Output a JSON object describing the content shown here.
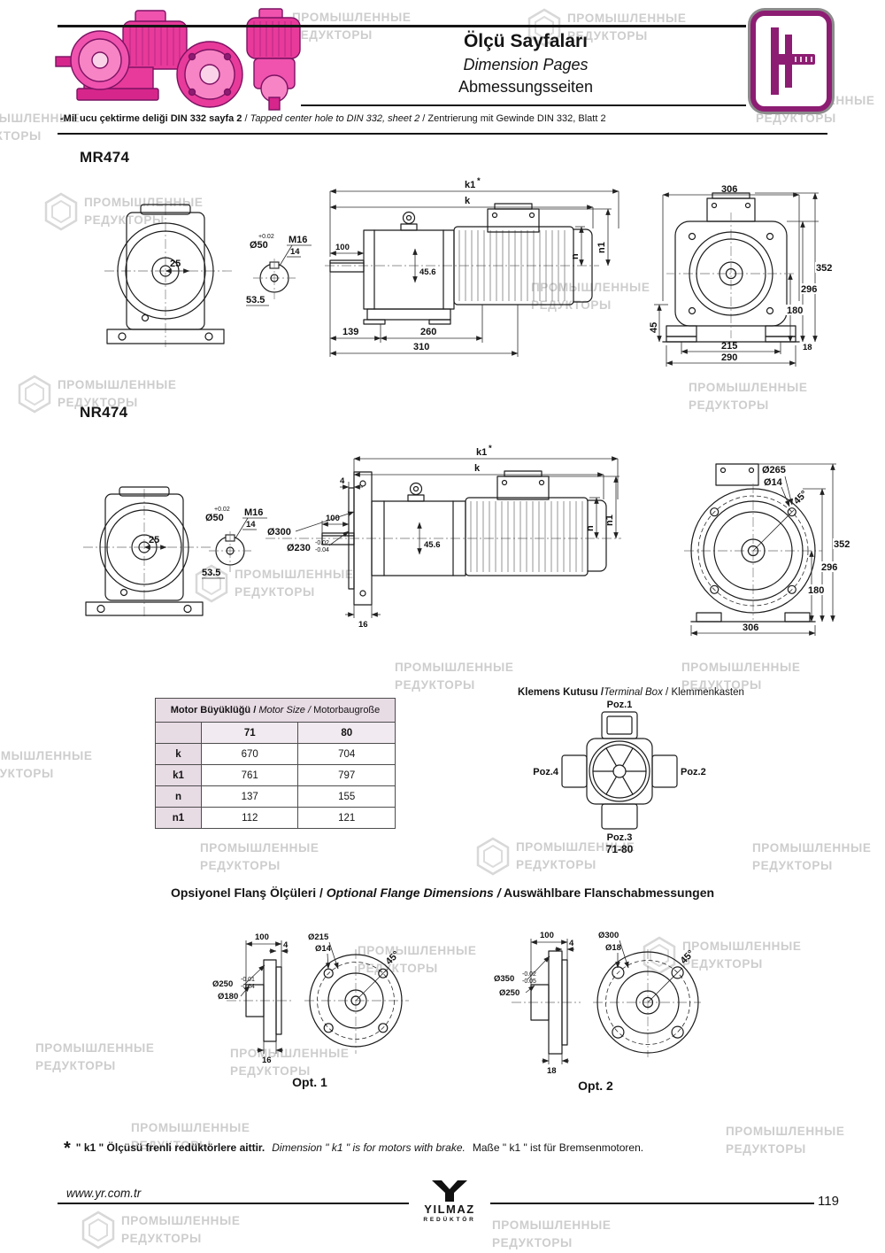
{
  "colors": {
    "accent": "#8d1d72",
    "pink": "#e8399b"
  },
  "watermark": {
    "line1": "ПРОМЫШЛЕННЫЕ",
    "line2": "РЕДУКТОРЫ"
  },
  "header": {
    "title_tr": "Ölçü Sayfaları",
    "title_en": "Dimension Pages",
    "title_de": "Abmessungsseiten",
    "note_tr": "-Mil ucu çektirme deliği DIN 332 sayfa 2",
    "note_sep1": "/",
    "note_en": "Tapped center hole to DIN 332, sheet 2",
    "note_sep2": "/",
    "note_de": "Zentrierung mit Gewinde DIN 332, Blatt 2"
  },
  "mr474": {
    "title": "MR474",
    "front": {
      "d25": "25"
    },
    "shaft": {
      "tol": "+0.02",
      "dia": "Ø50",
      "thread": "M16",
      "d14": "14",
      "d53_5": "53.5"
    },
    "side": {
      "k1": "k1",
      "star": "*",
      "k": "k",
      "d100": "100",
      "d45_6": "45.6",
      "d139": "139",
      "d260": "260",
      "d310": "310",
      "n": "n",
      "n1": "n1"
    },
    "back": {
      "d306": "306",
      "d352": "352",
      "d296": "296",
      "d180": "180",
      "d45": "45",
      "d215": "215",
      "d18": "18",
      "d290": "290"
    }
  },
  "nr474": {
    "title": "NR474",
    "front": {
      "d25": "25"
    },
    "shaft": {
      "tol": "+0.02",
      "dia": "Ø50",
      "thread": "M16",
      "d14": "14",
      "d53_5": "53.5"
    },
    "side": {
      "k1": "k1",
      "star": "*",
      "k": "k",
      "d4": "4",
      "d100": "100",
      "dia300": "Ø300",
      "dia230": "Ø230",
      "tol_a": "-0.02",
      "tol_b": "-0.04",
      "d45_6": "45.6",
      "d16": "16",
      "n": "n",
      "n1": "n1"
    },
    "back": {
      "dia265": "Ø265",
      "dia14": "Ø14",
      "ang45": "45°",
      "d352": "352",
      "d296": "296",
      "d180": "180",
      "d306": "306"
    }
  },
  "table": {
    "title_tr": "Motor Büyüklüğü /",
    "title_en": "Motor Size /",
    "title_de": "Motorbaugroße",
    "col1": "71",
    "col2": "80",
    "rows": [
      {
        "label": "k",
        "v71": "670",
        "v80": "704"
      },
      {
        "label": "k1",
        "v71": "761",
        "v80": "797"
      },
      {
        "label": "n",
        "v71": "137",
        "v80": "155"
      },
      {
        "label": "n1",
        "v71": "112",
        "v80": "121"
      }
    ]
  },
  "terminal": {
    "title_tr": "Klemens Kutusu /",
    "title_en": "Terminal Box",
    "title_sep": "/",
    "title_de": "Klemmenkasten",
    "poz1": "Poz.1",
    "poz2": "Poz.2",
    "poz3": "Poz.3",
    "poz4": "Poz.4",
    "range": "71-80"
  },
  "flange": {
    "title_tr": "Opsiyonel Flanş Ölçüleri /",
    "title_en": "Optional Flange Dimensions /",
    "title_de": "Auswählbare Flanschabmessungen",
    "opt1": {
      "d100": "100",
      "d4": "4",
      "dia215": "Ø215",
      "dia14": "Ø14",
      "ang45": "45°",
      "dia250": "Ø250",
      "tol_a": "-0.01",
      "tol_b": "-0.04",
      "dia180": "Ø180",
      "d16": "16",
      "label": "Opt. 1"
    },
    "opt2": {
      "d100": "100",
      "d4": "4",
      "dia300": "Ø300",
      "dia18": "Ø18",
      "ang45": "45°",
      "dia350": "Ø350",
      "tol_a": "-0.02",
      "tol_b": "-0.05",
      "dia250": "Ø250",
      "d18": "18",
      "label": "Opt. 2"
    }
  },
  "footnote": {
    "star": "*",
    "tr": "\" k1 \" Ölçüsü frenli redüktörlere aittir.",
    "en": "Dimension \" k1 \" is for motors with brake.",
    "de": "Maße \" k1 \" ist für Bremsenmotoren."
  },
  "footer": {
    "url": "www.yr.com.tr",
    "brand": "YILMAZ",
    "brand_sub": "REDÜKTÖR",
    "page": "119"
  }
}
